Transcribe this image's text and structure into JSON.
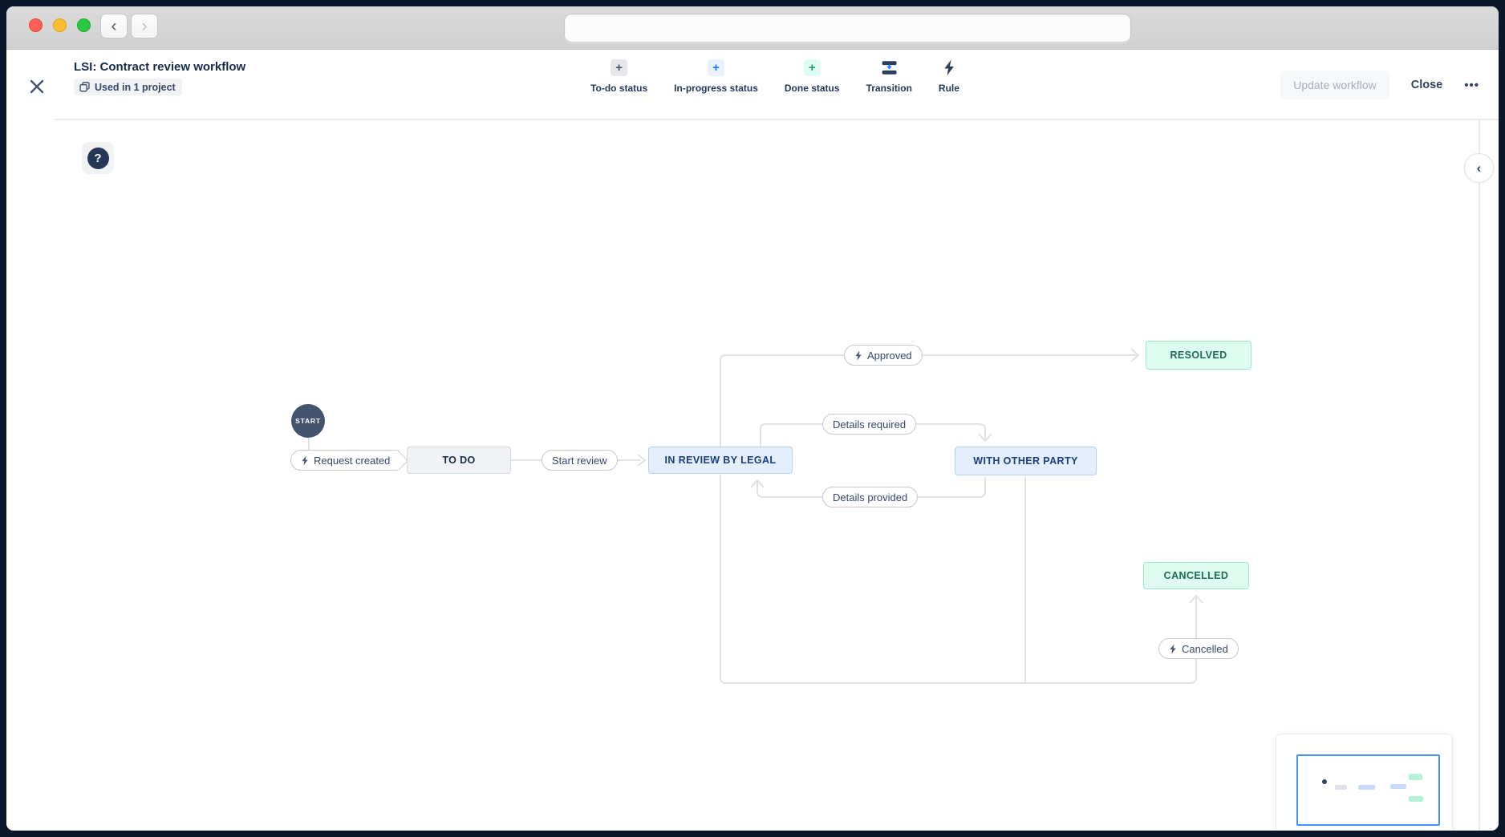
{
  "chrome": {
    "back_glyph": "‹",
    "forward_glyph": "›",
    "url_value": ""
  },
  "header": {
    "title": "LSI: Contract review workflow",
    "usage_badge": "Used in 1 project",
    "plus_glyph": "+",
    "toolbar": [
      {
        "label": "To-do status",
        "icon": "plus-gray"
      },
      {
        "label": "In-progress status",
        "icon": "plus-blue"
      },
      {
        "label": "Done status",
        "icon": "plus-green"
      },
      {
        "label": "Transition",
        "icon": "transition"
      },
      {
        "label": "Rule",
        "icon": "lightning"
      }
    ],
    "actions": {
      "update": "Update workflow",
      "close": "Close",
      "more": "•••"
    }
  },
  "canvas": {
    "help_glyph": "?",
    "collapse_glyph": "‹",
    "start_label": "START",
    "statuses": [
      {
        "id": "to-do",
        "label": "TO DO",
        "category": "todo"
      },
      {
        "id": "in-review-by-legal",
        "label": "IN REVIEW BY LEGAL",
        "category": "in-progress"
      },
      {
        "id": "with-other-party",
        "label": "WITH OTHER PARTY",
        "category": "in-progress"
      },
      {
        "id": "resolved",
        "label": "RESOLVED",
        "category": "done"
      },
      {
        "id": "cancelled",
        "label": "CANCELLED",
        "category": "done"
      }
    ],
    "transitions": [
      {
        "label": "Request created",
        "has_rule": true
      },
      {
        "label": "Start review",
        "has_rule": false
      },
      {
        "label": "Approved",
        "has_rule": true
      },
      {
        "label": "Details required",
        "has_rule": false
      },
      {
        "label": "Details provided",
        "has_rule": false
      },
      {
        "label": "Cancelled",
        "has_rule": true
      }
    ]
  },
  "colors": {
    "todo_bg": "#F1F2F4",
    "todo_border": "#D5D9E0",
    "todo_text": "#172B4D",
    "inprogress_bg": "#E4EEFD",
    "inprogress_border": "#B3D1F7",
    "inprogress_text": "#1A3E7E",
    "done_bg": "#DFFCF0",
    "done_border": "#9BEBCD",
    "done_text": "#1D6C51",
    "connector": "#DFE2E7",
    "minimap_viewport": "#4194F7",
    "accent_blue": "#1D7AFC",
    "accent_green": "#22A06B",
    "navy": "#172B4D"
  }
}
